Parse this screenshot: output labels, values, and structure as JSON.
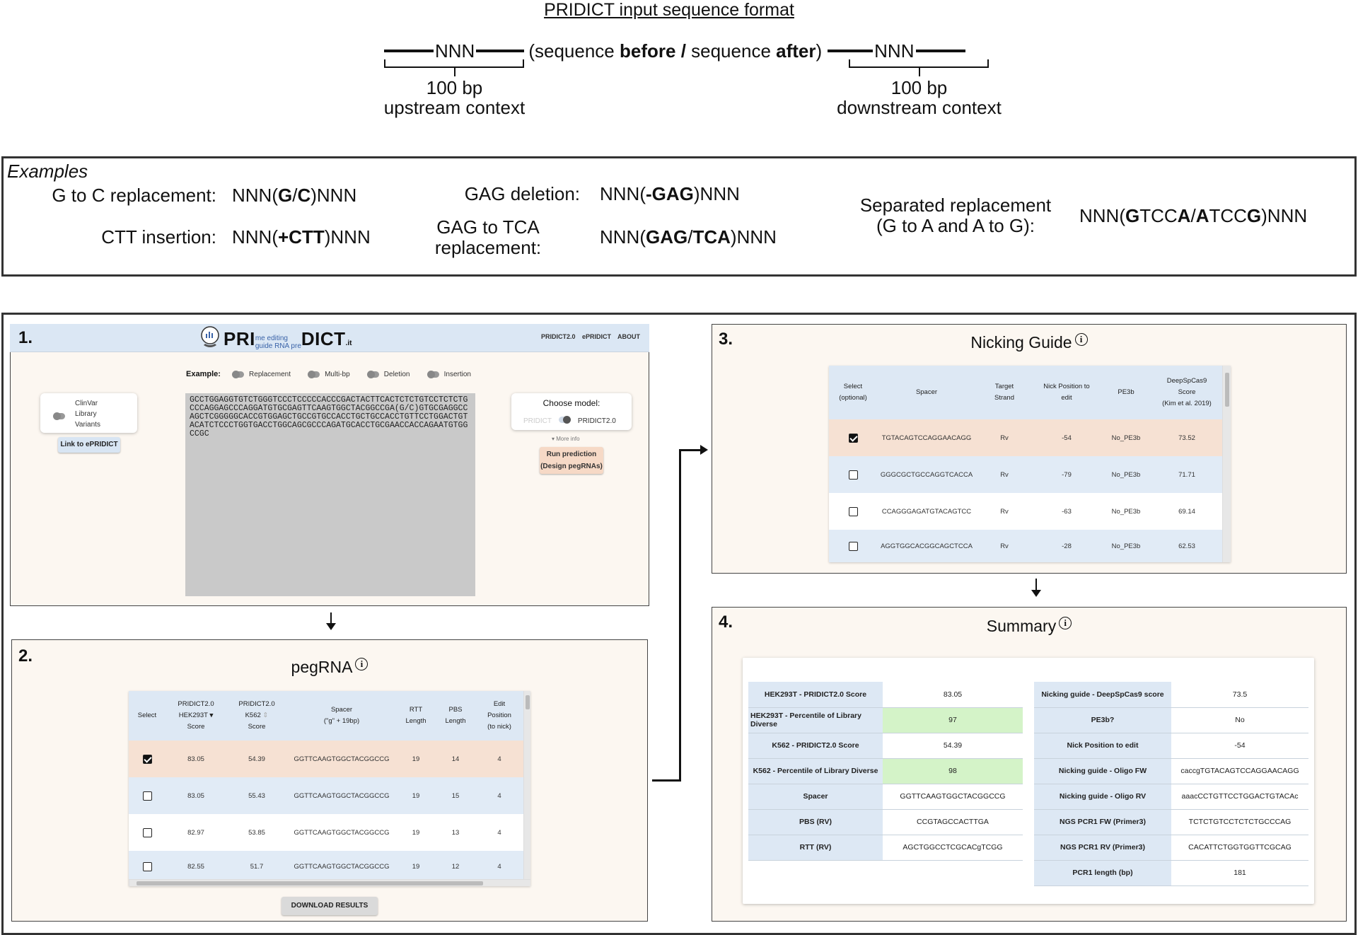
{
  "format": {
    "title": "PRIDICT input sequence format",
    "nnn": "NNN",
    "paren_open": "(sequence ",
    "before": "before",
    "slash": " / ",
    "seq_after_prefix": "sequence ",
    "after": "after",
    "paren_close": ")",
    "upstream_bp": "100 bp",
    "upstream_label": "upstream context",
    "downstream_bp": "100 bp",
    "downstream_label": "downstream context"
  },
  "examples": {
    "title": "Examples",
    "items": [
      {
        "label": "G to C replacement:",
        "value": "NNN(G/C)NNN"
      },
      {
        "label": "CTT insertion:",
        "value": "NNN(+CTT)NNN"
      },
      {
        "label": "GAG deletion:",
        "value": "NNN(-GAG)NNN"
      },
      {
        "label_line1": "GAG to TCA",
        "label_line2": "replacement:",
        "value": "NNN(GAG/TCA)NNN"
      },
      {
        "label_line1": "Separated replacement",
        "label_line2": "(G to A and A to G):",
        "value": "NNN(GTCCA/ATCCG)NNN"
      }
    ]
  },
  "panel1": {
    "number": "1.",
    "logo_pri": "PRI",
    "logo_small1": "me editing",
    "logo_small2": "guide RNA pre",
    "logo_dict": "DICT",
    "logo_it": ".it",
    "nav": [
      "PRIDICT2.0",
      "ePRIDICT",
      "ABOUT"
    ],
    "example_label": "Example:",
    "example_options": [
      "Replacement",
      "Multi-bp",
      "Deletion",
      "Insertion"
    ],
    "clinvar": [
      "ClinVar",
      "Library",
      "Variants"
    ],
    "link_eprid": "Link to ePRIDICT",
    "sequence": "GCCTGGAGGTGTCTGGGTCCCTCCCCCACCCGACTACTTCACTCTCTGTCCTCTCTGCCCAGGAGCCCAGGATGTGCGAGTTCAAGTGGCTACGGCCGA(G/C)GTGCGAGGCCAGCTCGGGGGCACCGTGGAGCTGCCGTGCCACCTGCTGCCACCTGTTCCTGGACTGTACATCTCCCTGGTGACCTGGCAGCGCCCAGATGCACCTGCGAACCACCAGAATGTGGCCGC",
    "choose_model": "Choose model:",
    "model_opt1": "PRIDICT",
    "model_opt2": "PRIDICT2.0",
    "more_info": "More info",
    "run_line1": "Run prediction",
    "run_line2": "(Design pegRNAs)"
  },
  "panel2": {
    "number": "2.",
    "title": "pegRNA",
    "headers": [
      [
        "Select"
      ],
      [
        "PRIDICT2.0",
        "HEK293T",
        "Score"
      ],
      [
        "PRIDICT2.0",
        "K562",
        "Score"
      ],
      [
        "Spacer",
        "(\"g\" + 19bp)"
      ],
      [
        "RTT",
        "Length"
      ],
      [
        "PBS",
        "Length"
      ],
      [
        "Edit",
        "Position",
        "(to nick)"
      ]
    ],
    "rows": [
      {
        "hek": "83.05",
        "k562": "54.39",
        "spacer": "GGTTCAAGTGGCTACGGCCG",
        "rtt": "19",
        "pbs": "14",
        "edit": "4",
        "checked": true
      },
      {
        "hek": "83.05",
        "k562": "55.43",
        "spacer": "GGTTCAAGTGGCTACGGCCG",
        "rtt": "19",
        "pbs": "15",
        "edit": "4",
        "checked": false
      },
      {
        "hek": "82.97",
        "k562": "53.85",
        "spacer": "GGTTCAAGTGGCTACGGCCG",
        "rtt": "19",
        "pbs": "13",
        "edit": "4",
        "checked": false
      },
      {
        "hek": "82.55",
        "k562": "51.7",
        "spacer": "GGTTCAAGTGGCTACGGCCG",
        "rtt": "19",
        "pbs": "12",
        "edit": "4",
        "checked": false
      }
    ],
    "download": "DOWNLOAD RESULTS"
  },
  "panel3": {
    "number": "3.",
    "title": "Nicking Guide",
    "headers": [
      [
        "Select",
        "(optional)"
      ],
      [
        "Spacer"
      ],
      [
        "Target",
        "Strand"
      ],
      [
        "Nick Position to",
        "edit"
      ],
      [
        "PE3b"
      ],
      [
        "DeepSpCas9",
        "Score",
        "(Kim et al. 2019)"
      ]
    ],
    "rows": [
      {
        "spacer": "TGTACAGTCCAGGAACAGG",
        "strand": "Rv",
        "nick": "-54",
        "pe3b": "No_PE3b",
        "score": "73.52",
        "checked": true
      },
      {
        "spacer": "GGGCGCTGCCAGGTCACCA",
        "strand": "Rv",
        "nick": "-79",
        "pe3b": "No_PE3b",
        "score": "71.71",
        "checked": false
      },
      {
        "spacer": "CCAGGGAGATGTACAGTCC",
        "strand": "Rv",
        "nick": "-63",
        "pe3b": "No_PE3b",
        "score": "69.14",
        "checked": false
      },
      {
        "spacer": "AGGTGGCACGGCAGCTCCA",
        "strand": "Rv",
        "nick": "-28",
        "pe3b": "No_PE3b",
        "score": "62.53",
        "checked": false
      }
    ]
  },
  "panel4": {
    "number": "4.",
    "title": "Summary",
    "left": [
      {
        "k": "HEK293T - PRIDICT2.0 Score",
        "v": "83.05",
        "green": false
      },
      {
        "k": "HEK293T - Percentile of Library Diverse",
        "v": "97",
        "green": true
      },
      {
        "k": "K562 - PRIDICT2.0 Score",
        "v": "54.39",
        "green": false
      },
      {
        "k": "K562 - Percentile of Library Diverse",
        "v": "98",
        "green": true
      },
      {
        "k": "Spacer",
        "v": "GGTTCAAGTGGCTACGGCCG",
        "green": false
      },
      {
        "k": "PBS (RV)",
        "v": "CCGTAGCCACTTGA",
        "green": false
      },
      {
        "k": "RTT (RV)",
        "v": "AGCTGGCCTCGCACgTCGG",
        "green": false
      }
    ],
    "right": [
      {
        "k": "Nicking guide - DeepSpCas9 score",
        "v": "73.5"
      },
      {
        "k": "PE3b?",
        "v": "No"
      },
      {
        "k": "Nick Position to edit",
        "v": "-54"
      },
      {
        "k": "Nicking guide - Oligo FW",
        "v": "caccgTGTACAGTCCAGGAACAGG"
      },
      {
        "k": "Nicking guide - Oligo RV",
        "v": "aaacCCTGTTCCTGGACTGTACAc"
      },
      {
        "k": "NGS PCR1 FW (Primer3)",
        "v": "TCTCTGTCCTCTCTGCCCAG"
      },
      {
        "k": "NGS PCR1 RV (Primer3)",
        "v": "CACATTCTGGTGGTTCGCAG"
      },
      {
        "k": "PCR1 length (bp)",
        "v": "181"
      }
    ]
  },
  "colors": {
    "header_blue": "#dbe7f4",
    "row_orange": "#f6e1d3",
    "row_blue": "#e1ebf6",
    "green": "#d4f3c8",
    "panel_bg": "#fcf7f1"
  }
}
